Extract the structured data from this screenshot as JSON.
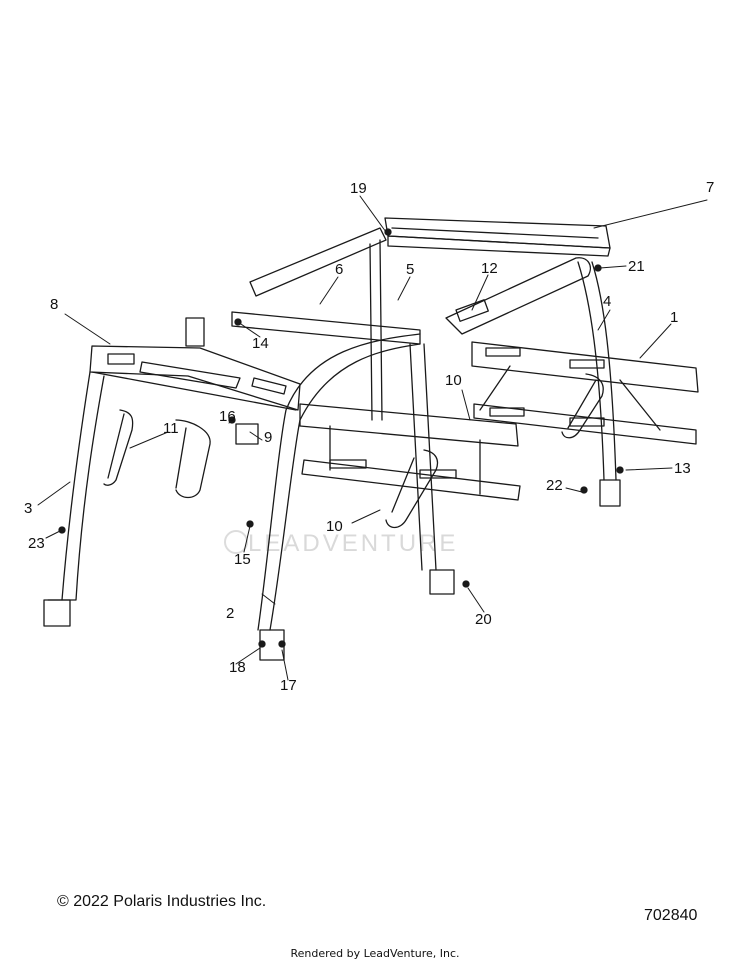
{
  "diagram": {
    "callouts": [
      "1",
      "2",
      "3",
      "4",
      "5",
      "6",
      "7",
      "8",
      "9",
      "10",
      "10",
      "11",
      "12",
      "13",
      "14",
      "15",
      "16",
      "17",
      "18",
      "19",
      "20",
      "21",
      "22",
      "23"
    ],
    "watermark_text": "LEADVENTURE",
    "line_color": "#1a1a1a"
  },
  "footer": {
    "copyright": "© 2022 Polaris Industries Inc.",
    "diagram_number": "702840",
    "rendered_by": "Rendered by LeadVenture, Inc."
  }
}
